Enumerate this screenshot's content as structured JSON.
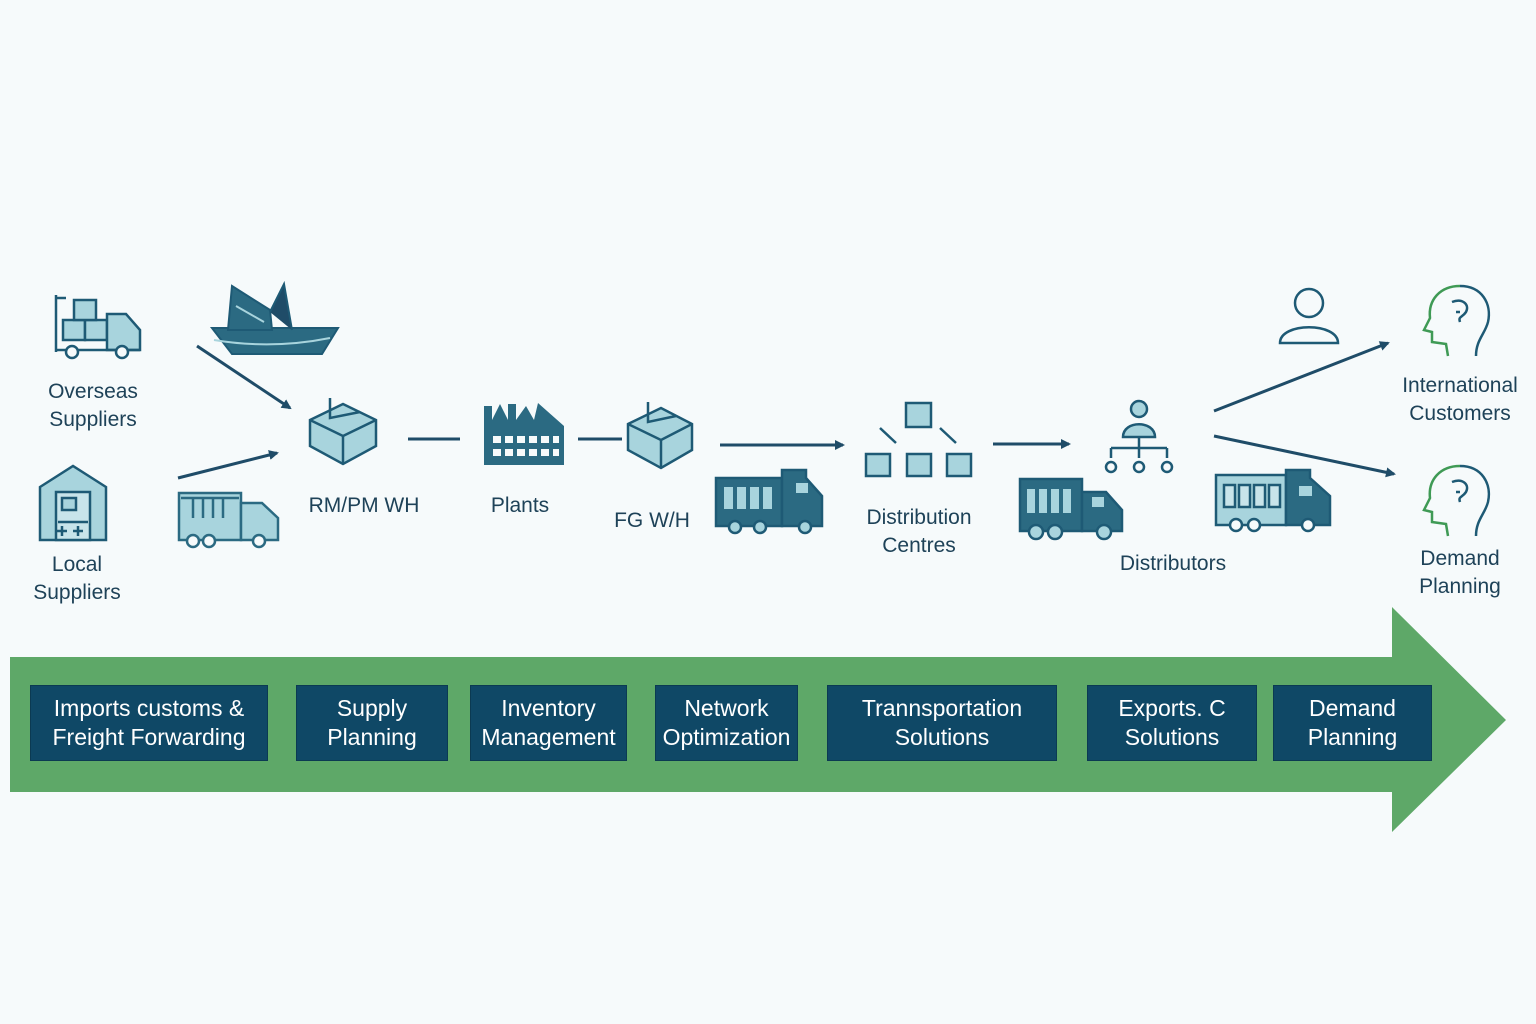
{
  "nodes": {
    "overseas_suppliers": [
      "Overseas",
      "Suppliers"
    ],
    "local_suppliers": [
      "Local",
      "Suppliers"
    ],
    "rm_pm_wh": "RM/PM WH",
    "plants": "Plants",
    "fg_wh": "FG W/H",
    "distribution_centres": [
      "Distribution",
      "Centres"
    ],
    "distributors": "Distributors",
    "international_customers": [
      "International",
      "Customers"
    ],
    "demand_planning": [
      "Demand",
      "Planning"
    ]
  },
  "services": [
    [
      "Imports customs &",
      "Freight Forwarding"
    ],
    [
      "Supply",
      "Planning"
    ],
    [
      "Inventory",
      "Management"
    ],
    [
      "Network",
      "Optimization"
    ],
    [
      "Trannsportation",
      "Solutions"
    ],
    [
      "Exports. C",
      "Solutions"
    ],
    [
      "Demand",
      "Planning"
    ]
  ],
  "colors": {
    "navy": "#0f4866",
    "teal_icon": "#2b6a82",
    "light_icon": "#a8d4dd",
    "green_arrow": "#5ea868",
    "green_accent": "#3f9a55",
    "background": "#f6fafb"
  },
  "icons": [
    "forklift-truck-icon",
    "cargo-ship-icon",
    "warehouse-icon",
    "truck-icon",
    "box-icon",
    "factory-icon",
    "hierarchy-icon",
    "distributor-network-icon",
    "person-icon",
    "customer-head-icon"
  ]
}
